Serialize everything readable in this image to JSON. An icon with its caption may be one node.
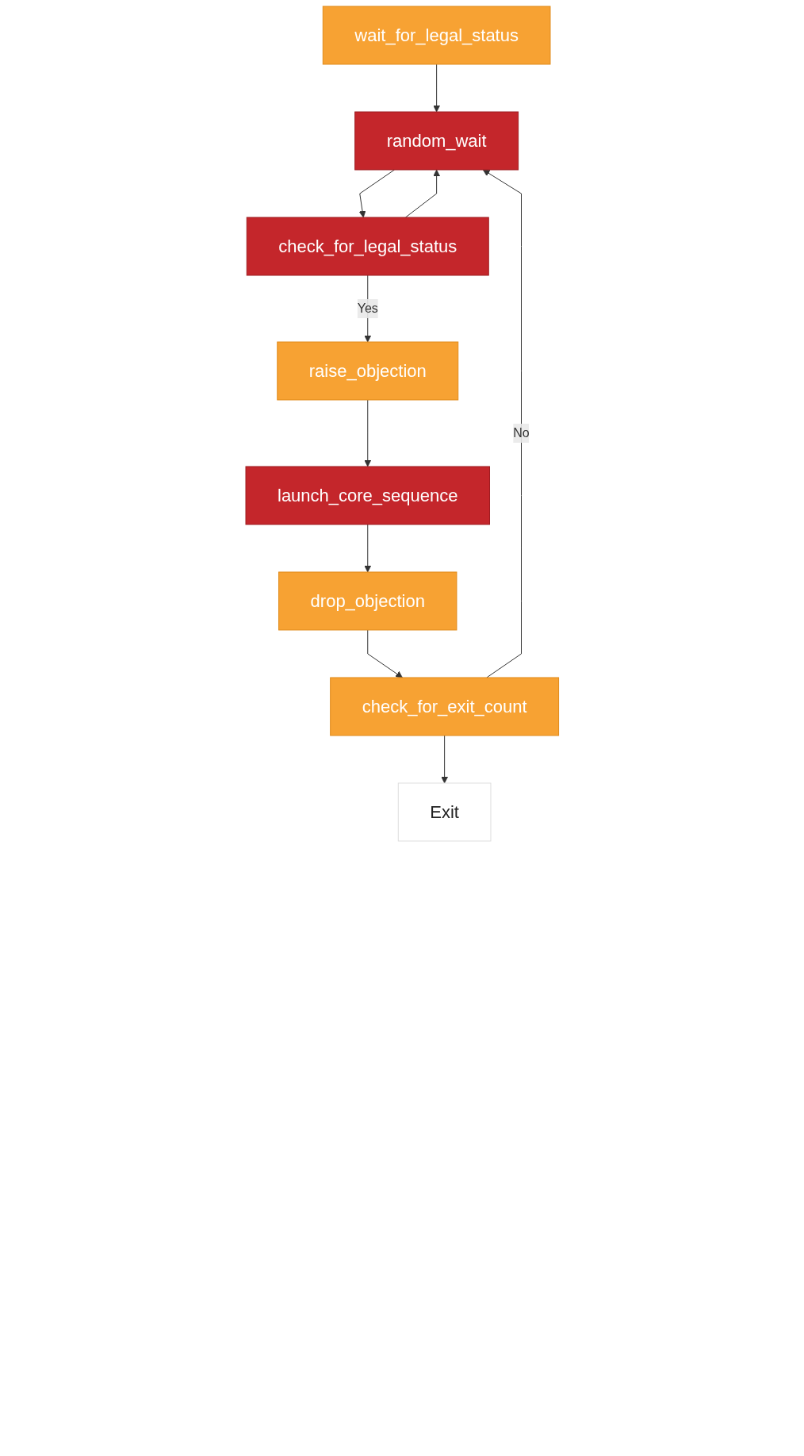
{
  "diagram": {
    "nodes": [
      {
        "text": [
          "wait_for_legal_status"
        ]
      },
      {
        "text": [
          "random_wait"
        ]
      },
      {
        "text": [
          "check_for_legal_status"
        ]
      },
      {
        "text": [
          "raise_objection"
        ]
      },
      {
        "text": [
          "launch_core_sequence"
        ]
      },
      {
        "text": [
          "drop_objection"
        ]
      },
      {
        "text": [
          "check_for_exit_count"
        ]
      },
      {
        "text": [
          "Exit"
        ]
      }
    ],
    "edges": [
      {
        "from": 0,
        "to": 1,
        "arrow": "to"
      },
      {
        "from": 1,
        "to": 2,
        "arrow": "to"
      },
      {
        "from": 2,
        "to": 3,
        "arrow": "to",
        "label": "Yes"
      },
      {
        "from": 2,
        "to": 1,
        "arrow": "to"
      },
      {
        "from": 3,
        "to": 4,
        "arrow": "to"
      },
      {
        "from": 4,
        "to": 5,
        "arrow": "to"
      },
      {
        "from": 5,
        "to": 6,
        "arrow": "to"
      },
      {
        "from": 6,
        "to": 7,
        "arrow": "to"
      },
      {
        "from": 6,
        "to": 1,
        "arrow": "to",
        "label": "No"
      }
    ]
  }
}
